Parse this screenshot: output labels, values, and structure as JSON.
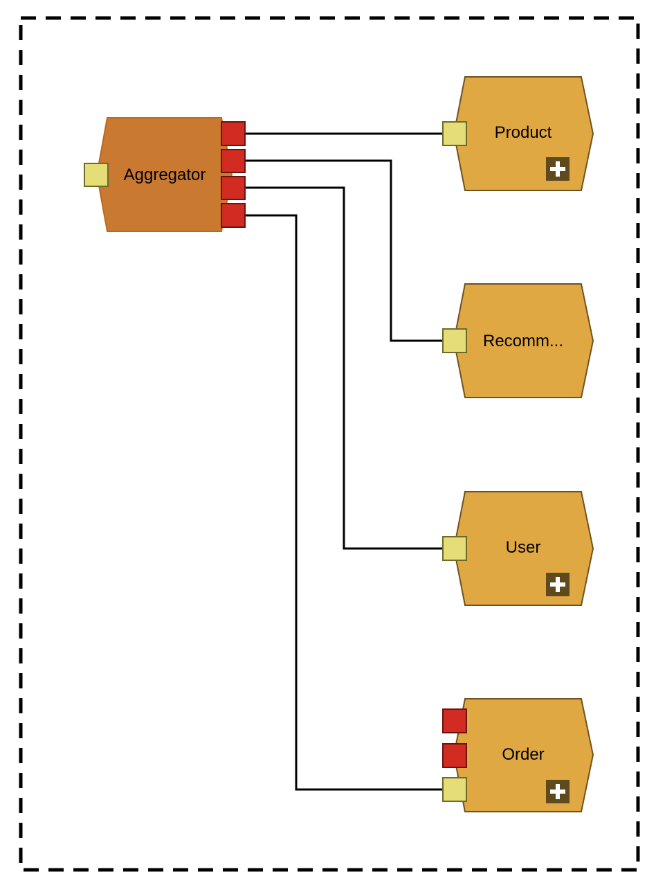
{
  "diagram": {
    "nodes": [
      {
        "id": "aggregator",
        "label": "Aggregator",
        "has_expand": false,
        "output_ports": 4,
        "extra_left_ports": 0
      },
      {
        "id": "product",
        "label": "Product",
        "has_expand": true,
        "output_ports": 0,
        "extra_left_ports": 0
      },
      {
        "id": "recommendation",
        "label": "Recomm...",
        "has_expand": false,
        "output_ports": 0,
        "extra_left_ports": 0
      },
      {
        "id": "user",
        "label": "User",
        "has_expand": true,
        "output_ports": 0,
        "extra_left_ports": 0
      },
      {
        "id": "order",
        "label": "Order",
        "has_expand": true,
        "output_ports": 0,
        "extra_left_ports": 2
      }
    ],
    "edges": [
      {
        "from": "aggregator",
        "from_port": 1,
        "to": "product"
      },
      {
        "from": "aggregator",
        "from_port": 2,
        "to": "recommendation"
      },
      {
        "from": "aggregator",
        "from_port": 3,
        "to": "user"
      },
      {
        "from": "aggregator",
        "from_port": 4,
        "to": "order"
      }
    ],
    "colors": {
      "aggregator_fill": "#c97a30",
      "aggregator_stroke": "#b86a20",
      "service_fill": "#e0a843",
      "service_stroke": "#6e5220",
      "input_port": "#e4dd78",
      "input_port_stroke": "#6e6a2a",
      "output_port": "#d22b22",
      "output_port_stroke": "#6a1410",
      "expand_icon_bg": "#5e4a1c",
      "expand_icon_fg": "#ffffff",
      "edge": "#000000",
      "frame": "#000000"
    }
  }
}
